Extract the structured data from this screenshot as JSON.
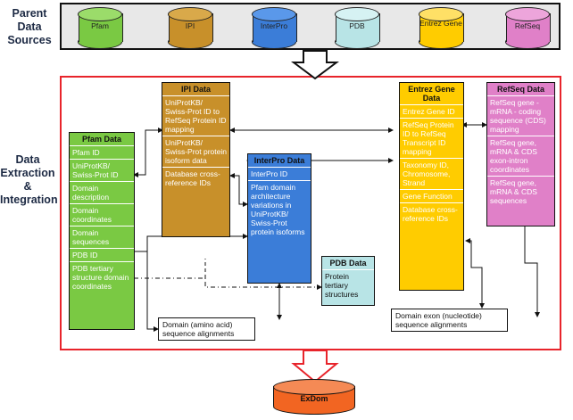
{
  "labels": {
    "parent": "Parent Data Sources",
    "extraction": "Data Extraction & Integration"
  },
  "sources": [
    {
      "name": "Pfam",
      "color": "#7ac943"
    },
    {
      "name": "IPI",
      "color": "#c8902a"
    },
    {
      "name": "InterPro",
      "color": "#3b7dd8"
    },
    {
      "name": "PDB",
      "color": "#b8e4e6"
    },
    {
      "name": "Entrez Gene",
      "color": "#ffcc00"
    },
    {
      "name": "RefSeq",
      "color": "#e080c8"
    }
  ],
  "boxes": {
    "pfam": {
      "title": "Pfam Data",
      "color": "#7ac943",
      "items": [
        "Pfam ID",
        "UniProtKB/ Swiss-Prot ID",
        "Domain description",
        "Domain coordinates",
        "Domain sequences",
        "PDB ID",
        "PDB tertiary structure domain coordinates"
      ]
    },
    "ipi": {
      "title": "IPI Data",
      "color": "#c8902a",
      "items": [
        "UniProtKB/ Swiss-Prot ID to RefSeq Protein ID mapping",
        "UniProtKB/ Swiss-Prot protein isoform data",
        "Database cross-reference IDs"
      ]
    },
    "interpro": {
      "title": "InterPro Data",
      "color": "#3b7dd8",
      "items": [
        "InterPro ID",
        "Pfam domain architecture variations in UniProtKB/ Swiss-Prot protein isoforms"
      ]
    },
    "pdb": {
      "title": "PDB Data",
      "color": "#b8e4e6",
      "items": [
        "Protein tertiary structures"
      ]
    },
    "entrez": {
      "title": "Entrez Gene Data",
      "color": "#ffcc00",
      "items": [
        "Entrez Gene ID",
        "RefSeq Protein ID to RefSeq Transcript ID mapping",
        "Taxonomy ID, Chromosome, Strand",
        "Gene Function",
        "Database cross-reference IDs"
      ]
    },
    "refseq": {
      "title": "RefSeq Data",
      "color": "#e080c8",
      "items": [
        "RefSeq gene - mRNA - coding sequence (CDS) mapping",
        "RefSeq gene, mRNA & CDS exon-intron coordinates",
        "RefSeq gene, mRNA & CDS sequences"
      ]
    }
  },
  "alignments": {
    "domain": "Domain (amino acid) sequence alignments",
    "exon": "Domain exon (nucleotide) sequence alignments"
  },
  "output": {
    "name": "ExDom",
    "color": "#f26522"
  },
  "colors": {
    "frame_red": "#e8242b",
    "top_band": "#e8e8e8"
  }
}
